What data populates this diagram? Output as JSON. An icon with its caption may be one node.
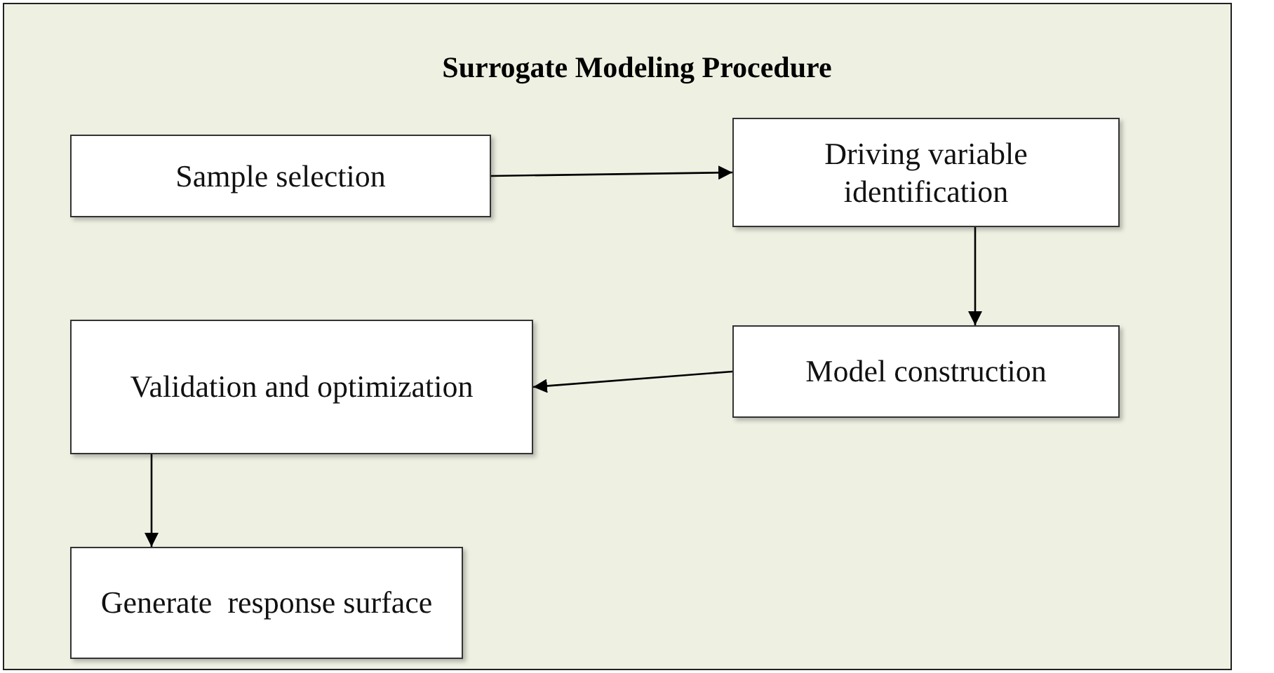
{
  "diagram": {
    "title": "Surrogate Modeling Procedure",
    "nodes": [
      {
        "text": [
          "Sample selection"
        ]
      },
      {
        "text": [
          "Driving variable identification"
        ]
      },
      {
        "text": [
          "Validation and optimization"
        ]
      },
      {
        "text": [
          "Model construction"
        ]
      },
      {
        "text": [
          "Generate  response surface"
        ]
      }
    ],
    "edges": [
      {
        "from": 0,
        "to": 1,
        "arrow": "to"
      },
      {
        "from": 1,
        "to": 3,
        "arrow": "to"
      },
      {
        "from": 3,
        "to": 2,
        "arrow": "to"
      },
      {
        "from": 2,
        "to": 4,
        "arrow": "to"
      }
    ]
  }
}
